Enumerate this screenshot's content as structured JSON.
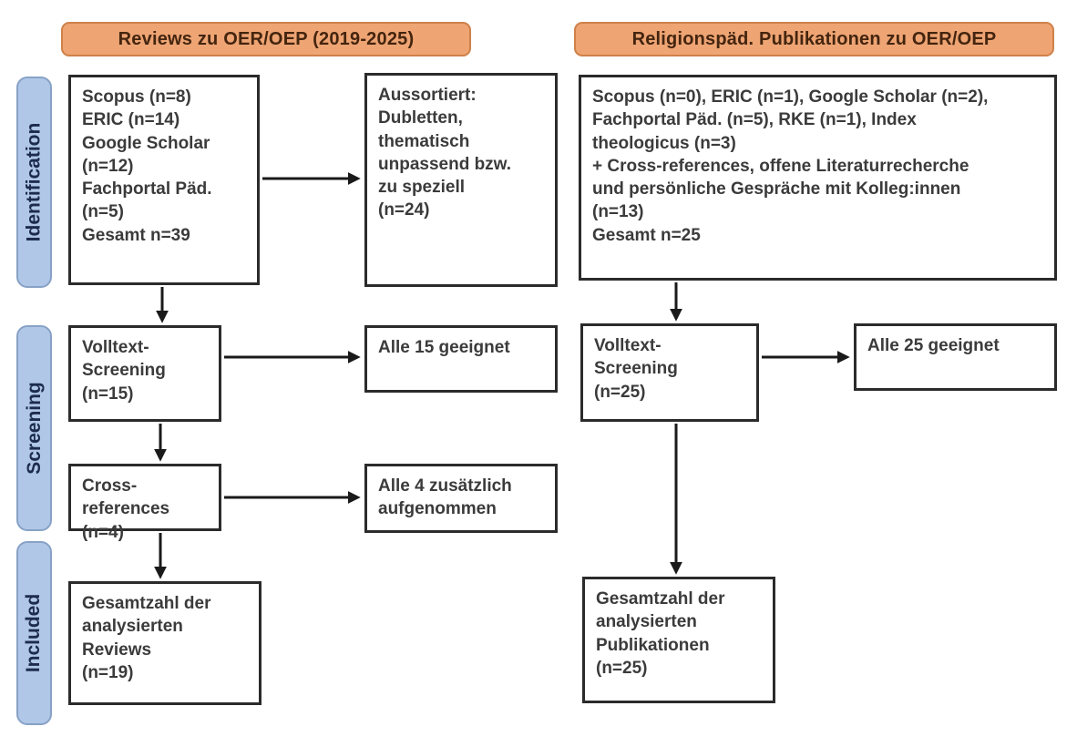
{
  "diagram": {
    "headers": {
      "left": "Reviews zu OER/OEP (2019-2025)",
      "right": "Religionspäd. Publikationen zu OER/OEP"
    },
    "stages": [
      {
        "label": "Identification"
      },
      {
        "label": "Screening"
      },
      {
        "label": "Included"
      }
    ],
    "boxes": {
      "left_sources": {
        "lines": [
          "Scopus (n=8)",
          "ERIC (n=14)",
          "Google Scholar",
          "(n=12)",
          "Fachportal Päd.",
          "(n=5)",
          "Gesamt n=39"
        ]
      },
      "left_excluded": {
        "lines": [
          "Aussortiert:",
          "Dubletten,",
          "thematisch",
          "unpassend bzw.",
          "zu speziell",
          "(n=24)"
        ]
      },
      "left_fulltext": {
        "lines": [
          "Volltext-",
          "Screening",
          "(n=15)"
        ]
      },
      "left_eligible": {
        "lines": [
          "Alle 15 geeignet"
        ]
      },
      "left_crossref": {
        "lines": [
          "Cross-references",
          "(n=4)"
        ]
      },
      "left_crossref_added": {
        "lines": [
          "Alle 4 zusätzlich",
          "aufgenommen"
        ]
      },
      "left_included": {
        "lines": [
          "Gesamtzahl der",
          "analysierten",
          "Reviews",
          "(n=19)"
        ]
      },
      "right_sources": {
        "lines": [
          "Scopus (n=0), ERIC (n=1), Google Scholar (n=2),",
          "Fachportal Päd. (n=5), RKE (n=1), Index",
          "theologicus (n=3)",
          "+ Cross-references, offene Literaturrecherche",
          "und persönliche Gespräche mit Kolleg:innen",
          "(n=13)",
          "Gesamt n=25"
        ]
      },
      "right_fulltext": {
        "lines": [
          "Volltext-",
          "Screening",
          "(n=25)"
        ]
      },
      "right_eligible": {
        "lines": [
          "Alle 25 geeignet"
        ]
      },
      "right_included": {
        "lines": [
          "Gesamtzahl der",
          "analysierten",
          "Publikationen",
          "(n=25)"
        ]
      }
    },
    "colors": {
      "header_fill": "#eea473",
      "header_border": "#cf8149",
      "header_text": "#44250f",
      "stage_fill": "#b0c7e7",
      "stage_border": "#87a2c6",
      "stage_text": "#1c2b4e",
      "box_border": "#2b2b2b",
      "box_text": "#3b3b3b",
      "arrow": "#1a1a1a",
      "background": "#ffffff"
    }
  }
}
